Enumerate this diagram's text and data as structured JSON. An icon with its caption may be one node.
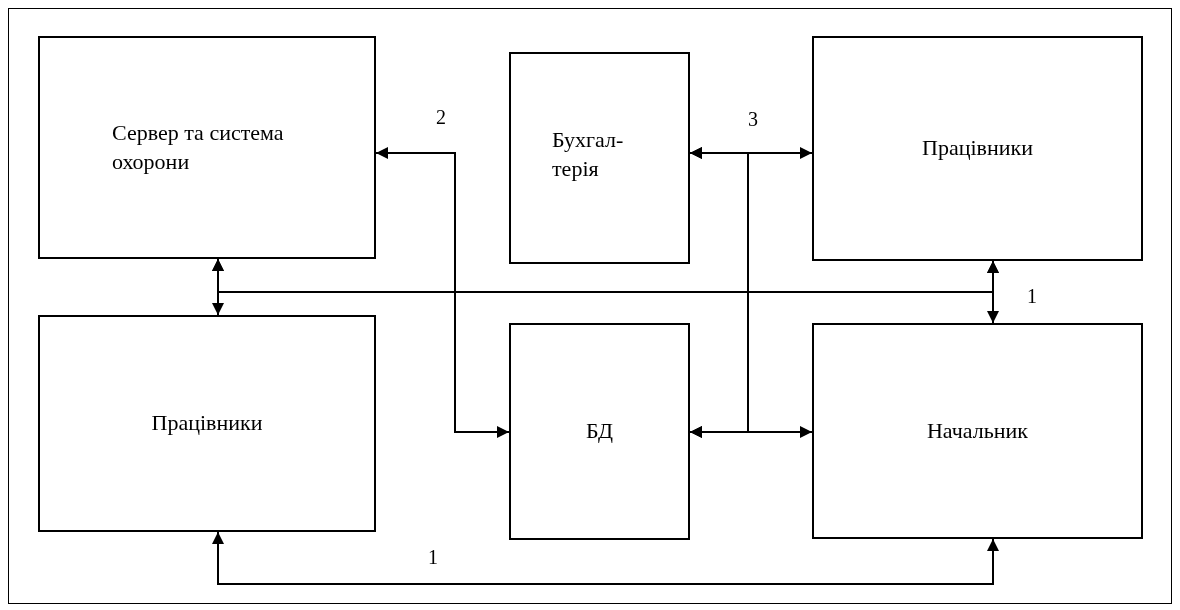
{
  "diagram": {
    "nodes": [
      {
        "text": [
          "Сервер та система охорони"
        ]
      },
      {
        "text": [
          "Бухгал- терія"
        ]
      },
      {
        "text": [
          "Працівники"
        ]
      },
      {
        "text": [
          "Працівники"
        ]
      },
      {
        "text": [
          "БД"
        ]
      },
      {
        "text": [
          "Начальник"
        ]
      }
    ],
    "edges": [
      {
        "from": 0,
        "to": 3,
        "arrow": "both"
      },
      {
        "from": 2,
        "to": 5,
        "arrow": "both",
        "label": "1"
      },
      {
        "from": 0,
        "to": 2,
        "arrow": "both"
      },
      {
        "from": 0,
        "to": 4,
        "arrow": "both",
        "label": "2"
      },
      {
        "from": 1,
        "to": 2,
        "arrow": "both",
        "label": "3"
      },
      {
        "from": 4,
        "to": 5,
        "arrow": "both"
      },
      {
        "from": 1,
        "to": 4,
        "arrow": "both"
      },
      {
        "from": 3,
        "to": 5,
        "arrow": "both",
        "label": "1"
      }
    ]
  }
}
